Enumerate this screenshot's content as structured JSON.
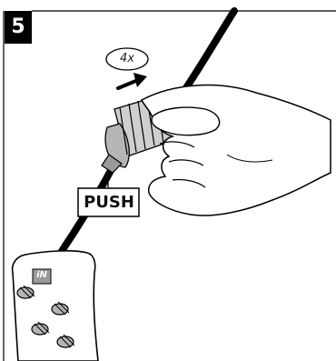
{
  "step": {
    "number": "5"
  },
  "instruction": {
    "repeat_count": "4x",
    "action_label": "PUSH"
  },
  "device": {
    "brand_mark": "iN"
  },
  "colors": {
    "badge_bg": "#000000",
    "line": "#000000",
    "skin_fill": "#ffffff",
    "fitting_fill": "#c9c9c9",
    "fitting_dark": "#8a8a8a",
    "brand_bg": "#9a9a9a"
  },
  "icons": [
    "arrow-right-icon",
    "hand-icon",
    "pipe-icon",
    "fitting-icon",
    "manifold-icon"
  ]
}
